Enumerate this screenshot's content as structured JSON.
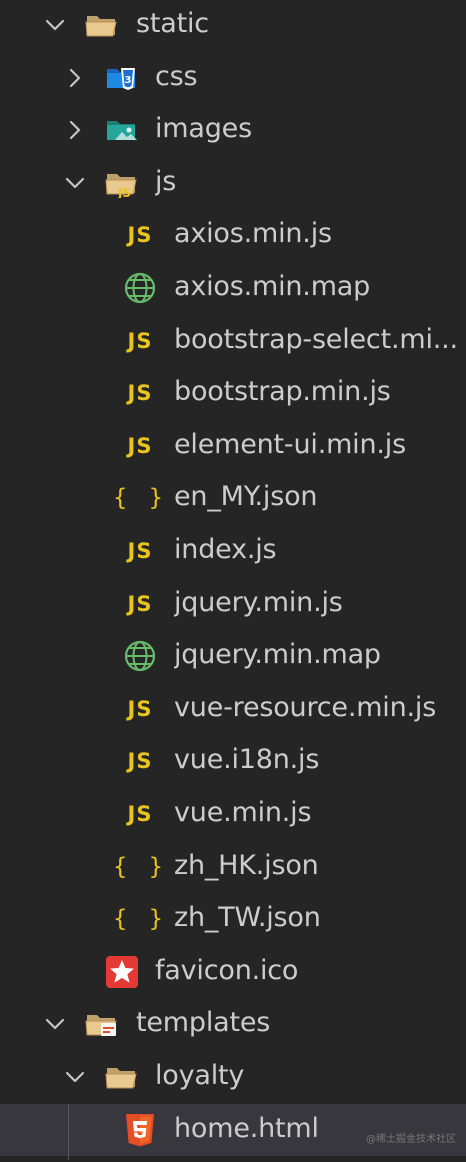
{
  "explorer": {
    "items": [
      {
        "label": "static",
        "kind": "folder-open",
        "depth": 0,
        "expanded": true
      },
      {
        "label": "css",
        "kind": "folder-css",
        "depth": 1,
        "expanded": false
      },
      {
        "label": "images",
        "kind": "folder-images",
        "depth": 1,
        "expanded": false
      },
      {
        "label": "js",
        "kind": "folder-js",
        "depth": 1,
        "expanded": true
      },
      {
        "label": "axios.min.js",
        "kind": "js",
        "depth": 2
      },
      {
        "label": "axios.min.map",
        "kind": "map",
        "depth": 2
      },
      {
        "label": "bootstrap-select.mi...",
        "kind": "js",
        "depth": 2
      },
      {
        "label": "bootstrap.min.js",
        "kind": "js",
        "depth": 2
      },
      {
        "label": "element-ui.min.js",
        "kind": "js",
        "depth": 2
      },
      {
        "label": "en_MY.json",
        "kind": "json",
        "depth": 2
      },
      {
        "label": "index.js",
        "kind": "js",
        "depth": 2
      },
      {
        "label": "jquery.min.js",
        "kind": "js",
        "depth": 2
      },
      {
        "label": "jquery.min.map",
        "kind": "map",
        "depth": 2
      },
      {
        "label": "vue-resource.min.js",
        "kind": "js",
        "depth": 2
      },
      {
        "label": "vue.i18n.js",
        "kind": "js",
        "depth": 2
      },
      {
        "label": "vue.min.js",
        "kind": "js",
        "depth": 2
      },
      {
        "label": "zh_HK.json",
        "kind": "json",
        "depth": 2
      },
      {
        "label": "zh_TW.json",
        "kind": "json",
        "depth": 2
      },
      {
        "label": "favicon.ico",
        "kind": "ico",
        "depth": 1
      },
      {
        "label": "templates",
        "kind": "folder-templates",
        "depth": 0,
        "expanded": true
      },
      {
        "label": "loyalty",
        "kind": "folder-open",
        "depth": 1,
        "expanded": true
      },
      {
        "label": "home.html",
        "kind": "html",
        "depth": 2,
        "selected": true
      }
    ],
    "badges": {
      "js": "JS",
      "json": "{ }",
      "html": "5"
    },
    "colors": {
      "background": "#252526",
      "text": "#cccccc",
      "selection": "#37373d",
      "js_yellow": "#e8c41d",
      "folder": "#dcb67a",
      "css_blue": "#1e88e5",
      "images_green": "#26a69a",
      "map_green": "#66bb6a",
      "html_orange": "#e44d26",
      "ico_red": "#e53935"
    }
  },
  "watermark": "@稀土掘金技术社区"
}
